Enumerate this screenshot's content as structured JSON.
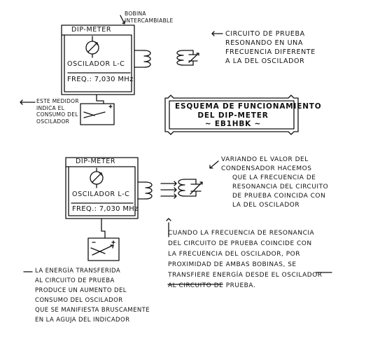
{
  "top_device": {
    "title": "DIP-METER",
    "subtitle": "OSCILADOR L-C",
    "freq": "FREQ.: 7,030 MHz"
  },
  "bottom_device": {
    "title": "DIP-METER",
    "subtitle": "OSCILADOR L-C",
    "freq": "FREQ.: 7,030 MHz"
  },
  "bobina_label": [
    "BOBINA",
    "INTERCAMBIABLE"
  ],
  "meter_note": [
    "ESTE MEDIDOR",
    "INDICA EL",
    "CONSUMO DEL",
    "OSCILADOR"
  ],
  "test_circuit_note": [
    "CIRCUITO DE PRUEBA",
    "RESONANDO EN UNA",
    "FRECUENCIA DIFERENTE",
    "A LA DEL OSCILADOR"
  ],
  "title_box": [
    "ESQUEMA DE FUNCIONAMIENTO",
    "DEL DIP-METER",
    "~ EB1HBK ~"
  ],
  "varying_note": [
    "VARIANDO EL VALOR DEL",
    "CONDENSADOR HACEMOS",
    "QUE LA FRECUENCIA DE",
    "RESONANCIA DEL CIRCUITO",
    "DE PRUEBA COINCIDA CON",
    "LA DEL OSCILADOR"
  ],
  "resonance_note": [
    "CUANDO LA FRECUENCIA DE RESONANCIA",
    "DEL CIRCUITO DE PRUEBA COINCIDE CON",
    "LA FRECUENCIA DEL OSCILADOR, POR",
    "PROXIMIDAD DE AMBAS BOBINAS, SE",
    "TRANSFIERE ENERGÍA DESDE EL OSCILADOR",
    "AL CIRCUITO DE PRUEBA."
  ],
  "energy_note": [
    "LA ENERGÍA TRANSFERIDA",
    "AL CIRCUITO DE PRUEBA",
    "PRODUCE UN AUMENTO DEL",
    "CONSUMO DEL OSCILADOR",
    "QUE SE MANIFIESTA BRUSCAMENTE",
    "EN LA AGUJA DEL INDICADOR"
  ]
}
